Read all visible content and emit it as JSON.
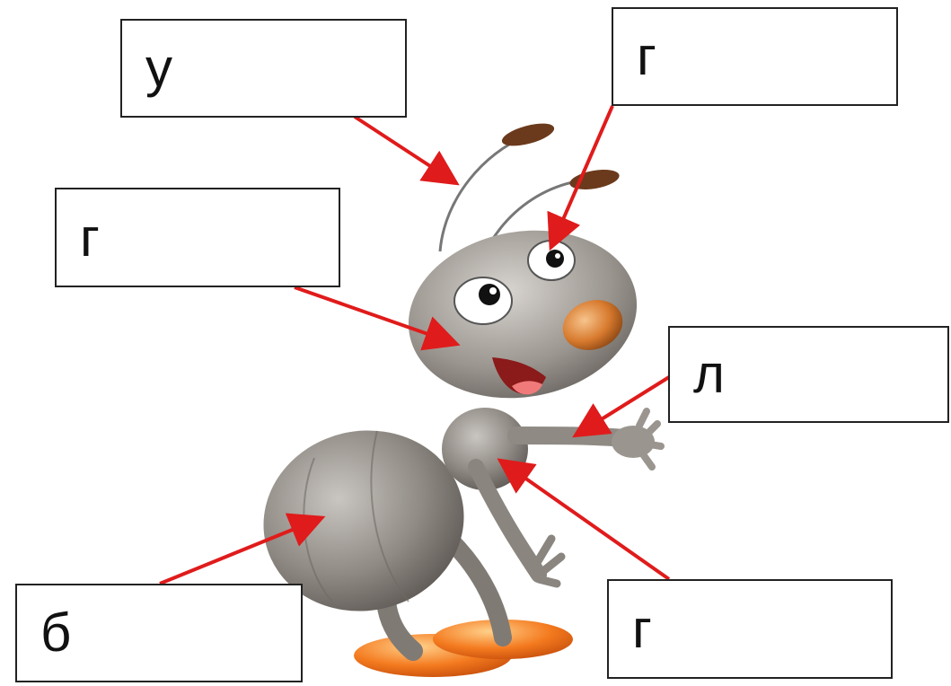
{
  "labels": {
    "antenna": "у",
    "eye": "г",
    "head": "г",
    "arm": "л",
    "chest": "г",
    "abdomen": "б"
  },
  "colors": {
    "arrow": "#e01b1b",
    "body": "#8f8a84",
    "body_dark": "#6f6a65",
    "nose": "#d77a2e",
    "feet": "#f47a1f",
    "antenna_tip": "#6b3a1c"
  }
}
